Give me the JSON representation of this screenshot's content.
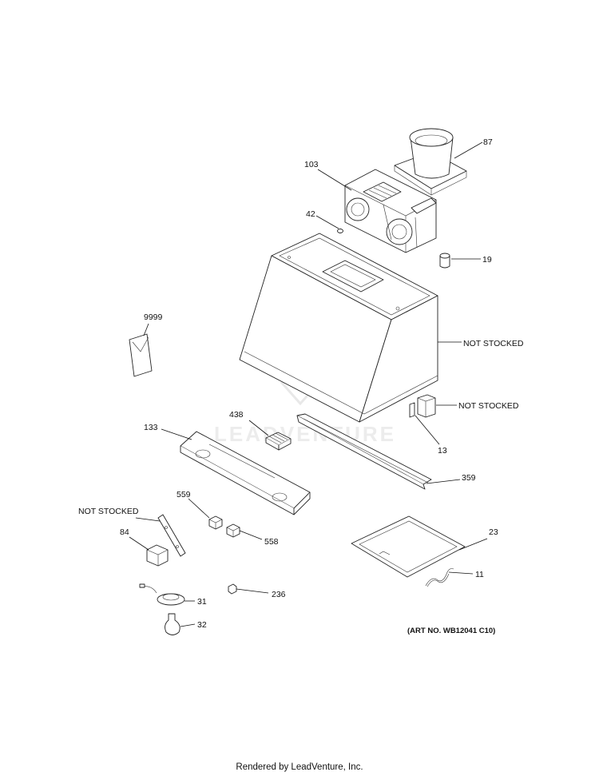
{
  "callouts": {
    "p87": "87",
    "p103": "103",
    "p42": "42",
    "p19": "19",
    "hood_not_stocked": "NOT STOCKED",
    "p9999": "9999",
    "box_not_stocked": "NOT STOCKED",
    "p13": "13",
    "p438": "438",
    "p133": "133",
    "p359": "359",
    "p559": "559",
    "bracket_not_stocked": "NOT STOCKED",
    "p84": "84",
    "p558": "558",
    "p23": "23",
    "p11": "11",
    "p31": "31",
    "p236": "236",
    "p32": "32"
  },
  "art_number": "(ART NO. WB12041 C10)",
  "watermark_text": "LEADVENTURE",
  "footer": "Rendered by LeadVenture, Inc."
}
